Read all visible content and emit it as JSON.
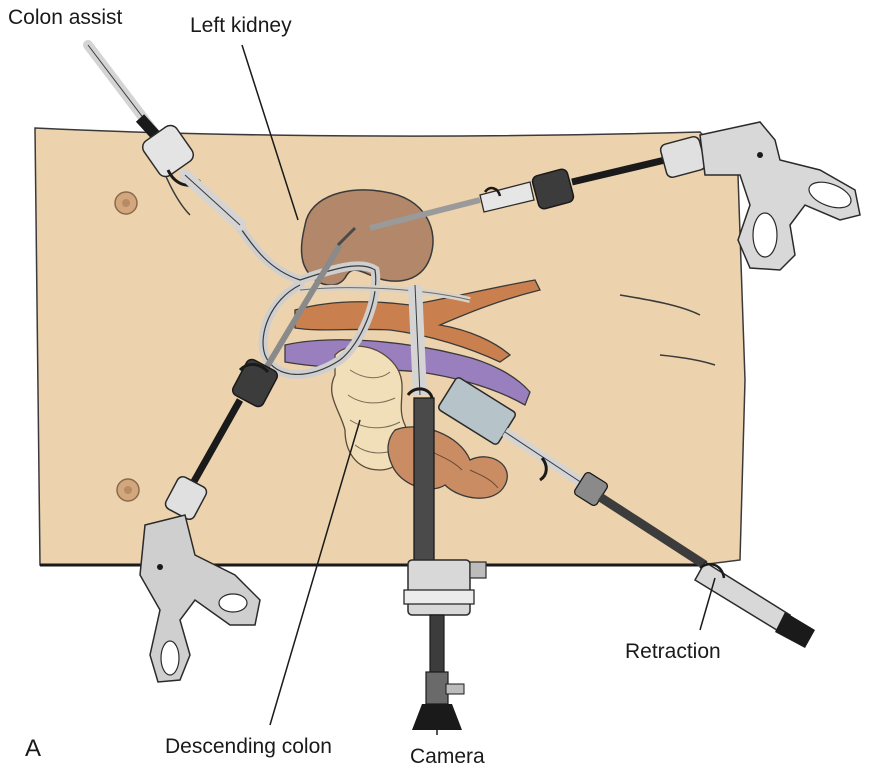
{
  "figure": {
    "panel_letter": "A",
    "labels": {
      "colon_assist": "Colon assist",
      "left_kidney": "Left kidney",
      "retraction": "Retraction",
      "descending_colon": "Descending colon",
      "camera": "Camera"
    },
    "colors": {
      "skin": "#ecd3ad",
      "kidney": "#b2876a",
      "artery": "#c9804e",
      "vein": "#9a7fbe",
      "colon": "#f0dfb8",
      "small_bowel": "#c98c63",
      "instrument_light": "#e2e2e2",
      "instrument_dark": "#3c3c3c",
      "outline": "#2a2a2a"
    }
  }
}
